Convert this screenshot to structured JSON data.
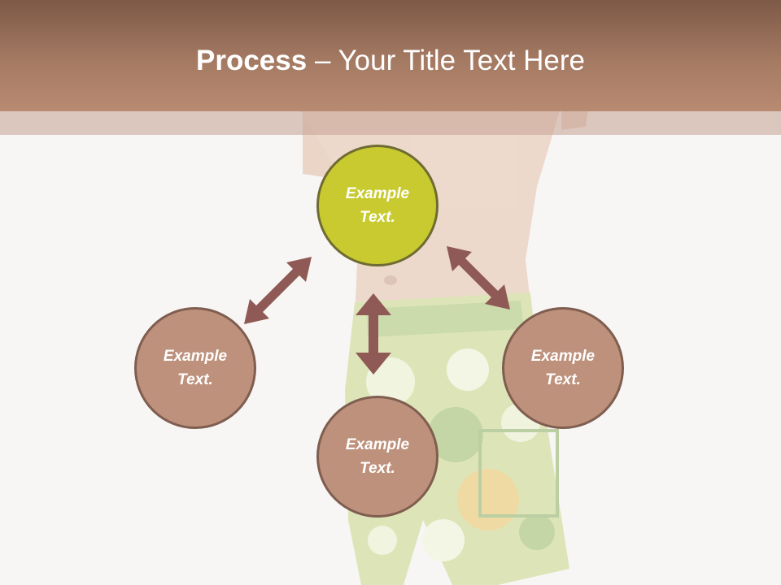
{
  "slide": {
    "title_bold": "Process",
    "title_separator": " – ",
    "title_rest": "Your Title Text Here"
  },
  "nodes": [
    {
      "id": "top",
      "label": "Example Text.",
      "color": "#c8ca30"
    },
    {
      "id": "left",
      "label": "Example Text.",
      "color": "#be917c"
    },
    {
      "id": "bottom",
      "label": "Example Text.",
      "color": "#be917c"
    },
    {
      "id": "right",
      "label": "Example Text.",
      "color": "#be917c"
    }
  ],
  "colors": {
    "header": "#a57a63",
    "arrow": "#8f5a55",
    "accent": "#c8ca30",
    "node": "#be917c"
  }
}
